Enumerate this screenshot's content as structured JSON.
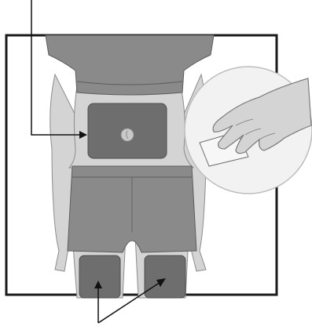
{
  "figure": {
    "kind": "injection-site-illustration",
    "colors": {
      "background": "#ffffff",
      "frame": "#1a1a1a",
      "skin": "#d4d4d4",
      "skin_outline": "#8c8c8c",
      "clothing": "#8a8a8a",
      "clothing_outline": "#5c5c5c",
      "injection_area": "#6e6e6e",
      "navel": "#c9c9c9",
      "inset_background": "#f2f2f2",
      "inset_border": "#bdbdbd",
      "pad": "#f7f7f7",
      "arrow": "#111111"
    },
    "injection_sites": [
      "abdomen",
      "left-thigh",
      "right-thigh"
    ],
    "inset": "hand-applying-wipe-to-skin"
  }
}
